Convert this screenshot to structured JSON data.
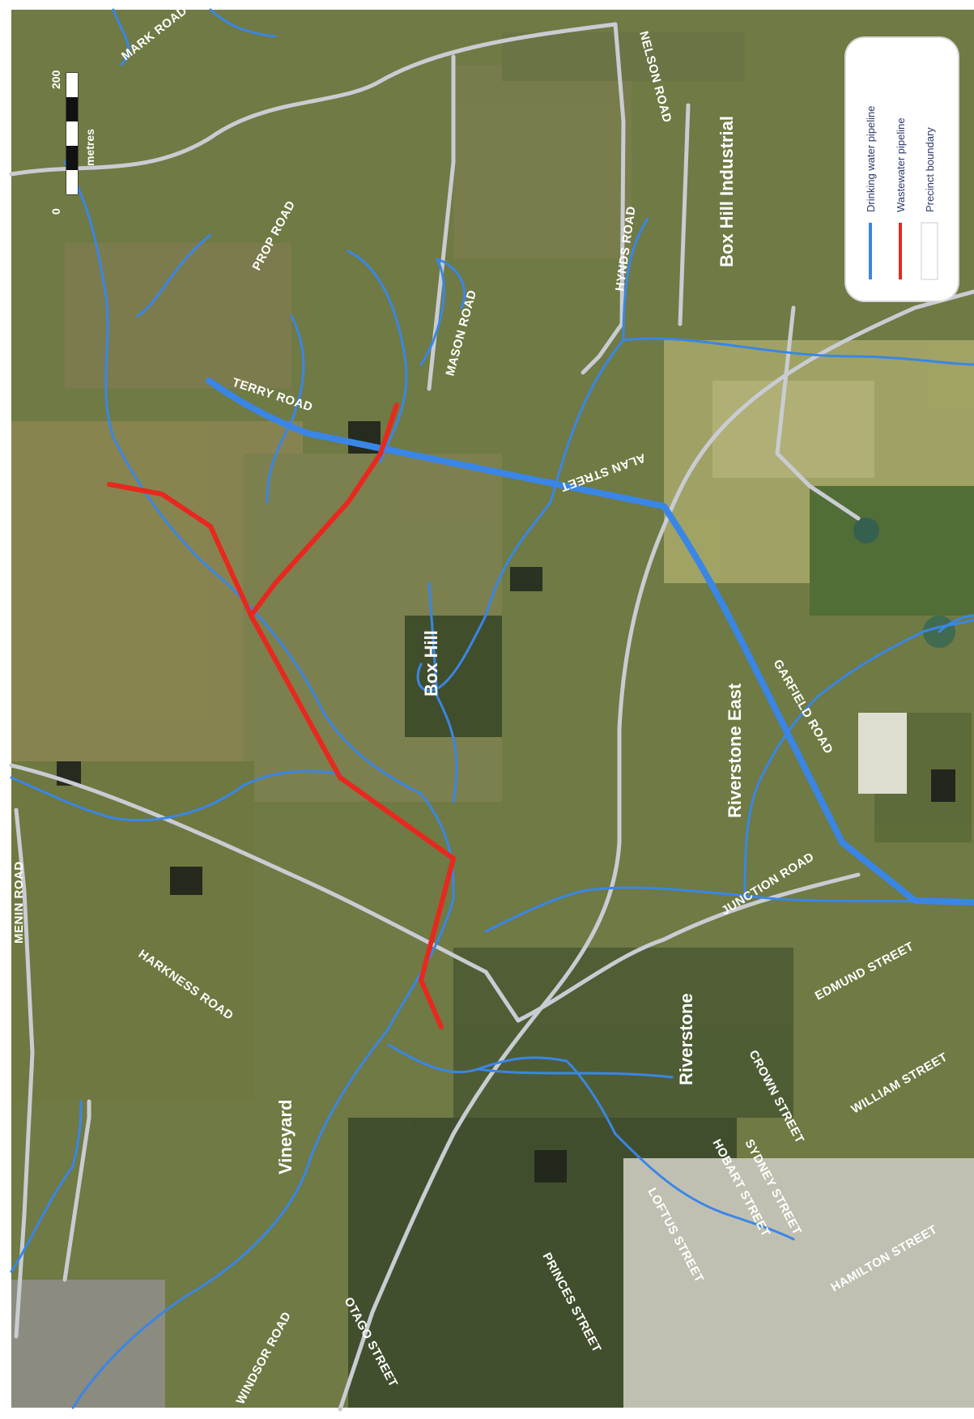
{
  "legend": {
    "items": [
      {
        "label": "Drinking water pipeline",
        "color": "#3a86e6"
      },
      {
        "label": "Wastewater pipeline",
        "color": "#e8281e"
      },
      {
        "label": "Precinct boundary",
        "color": "#ffffff"
      }
    ]
  },
  "scale": {
    "zero": "0",
    "max": "200",
    "unit": "metres"
  },
  "suburbs": {
    "box_hill_industrial": "Box Hill Industrial",
    "box_hill": "Box Hill",
    "riverstone_east": "Riverstone East",
    "riverstone": "Riverstone",
    "vineyard": "Vineyard"
  },
  "roads": {
    "mark_road": "MARK ROAD",
    "nelson_road": "NELSON ROAD",
    "prop_road": "PROP ROAD",
    "hynds_road": "HYNDS ROAD",
    "mason_road": "MASON ROAD",
    "terry_road": "TERRY ROAD",
    "alan_street": "ALAN STREET",
    "garfield_road": "GARFIELD ROAD",
    "junction_road": "JUNCTION ROAD",
    "edmund_street": "EDMUND STREET",
    "william_street": "WILLIAM STREET",
    "crown_street": "CROWN STREET",
    "sydney_street": "SYDNEY STREET",
    "hobart_street": "HOBART STREET",
    "loftus_street": "LOFTUS STREET",
    "princes_street": "PRINCES STREET",
    "hamilton_street": "HAMILTON STREET",
    "otago_street": "OTAGO STREET",
    "windsor_road": "WINDSOR ROAD",
    "harkness_road": "HARKNESS ROAD",
    "menin_road": "MENIN ROAD"
  },
  "colors": {
    "drinking_water": "#3a86e6",
    "wastewater": "#e8281e",
    "road": "#c9ccd2",
    "ground": "#6f7a44"
  }
}
